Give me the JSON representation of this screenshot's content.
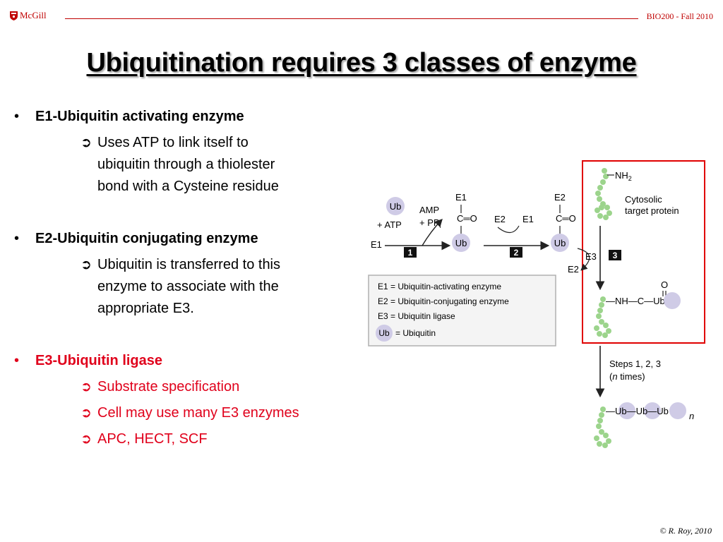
{
  "header": {
    "logo_text": "McGill",
    "course": "BIO200 - Fall 2010"
  },
  "title": "Ubiquitination requires 3 classes of enzyme",
  "bullets": [
    {
      "dot": "•",
      "heading": "E1-Ubiquitin activating enzyme",
      "subs": [
        {
          "arrow": "➲",
          "lines": [
            "Uses ATP to link itself to",
            "ubiquitin through a thiolester",
            "bond with a Cysteine residue"
          ]
        }
      ]
    },
    {
      "dot": "•",
      "heading": "E2-Ubiquitin conjugating enzyme",
      "subs": [
        {
          "arrow": "➲",
          "lines": [
            "Ubiquitin is transferred to this",
            "enzyme to associate with the",
            "appropriate E3."
          ]
        }
      ]
    },
    {
      "dot": "•",
      "heading": "E3-Ubiquitin ligase",
      "subs": [
        {
          "arrow": "➲",
          "text": "Substrate specification"
        },
        {
          "arrow": "➲",
          "text": "Cell may use many E3 enzymes"
        },
        {
          "arrow": "➲",
          "text": "APC, HECT, SCF"
        }
      ]
    }
  ],
  "diagram": {
    "ub": "Ub",
    "plus_atp": "+ ATP",
    "amp": "AMP",
    "ppi": "+ PP",
    "ppi_sub": "i",
    "e1": "E1",
    "e2": "E2",
    "e3": "E3",
    "c_eq_o": "C═O",
    "step1": "1",
    "step2": "2",
    "step3": "3",
    "nh2": "NH",
    "nh2_sub": "2",
    "target_line1": "Cytosolic",
    "target_line2": "target protein",
    "nh_c_ub": "—NH—C—Ub",
    "o": "O",
    "legend": [
      "E1 = Ubiquitin-activating enzyme",
      "E2 = Ubiquitin-conjugating enzyme",
      "E3 = Ubiquitin ligase",
      "= Ubiquitin"
    ],
    "steps_line1": "Steps 1, 2, 3",
    "steps_line2_pre": "(",
    "steps_line2_n": "n",
    "steps_line2_post": " times)",
    "chain": "—Ub—Ub—Ub",
    "chain_n": "n"
  },
  "footer": "©  R. Roy, 2010",
  "colors": {
    "accent_red": "#e0001b",
    "header_red": "#c00000",
    "ub_circle": "#cfcbe6",
    "bead_green": "#9cd48c",
    "box_red": "#e00000"
  }
}
